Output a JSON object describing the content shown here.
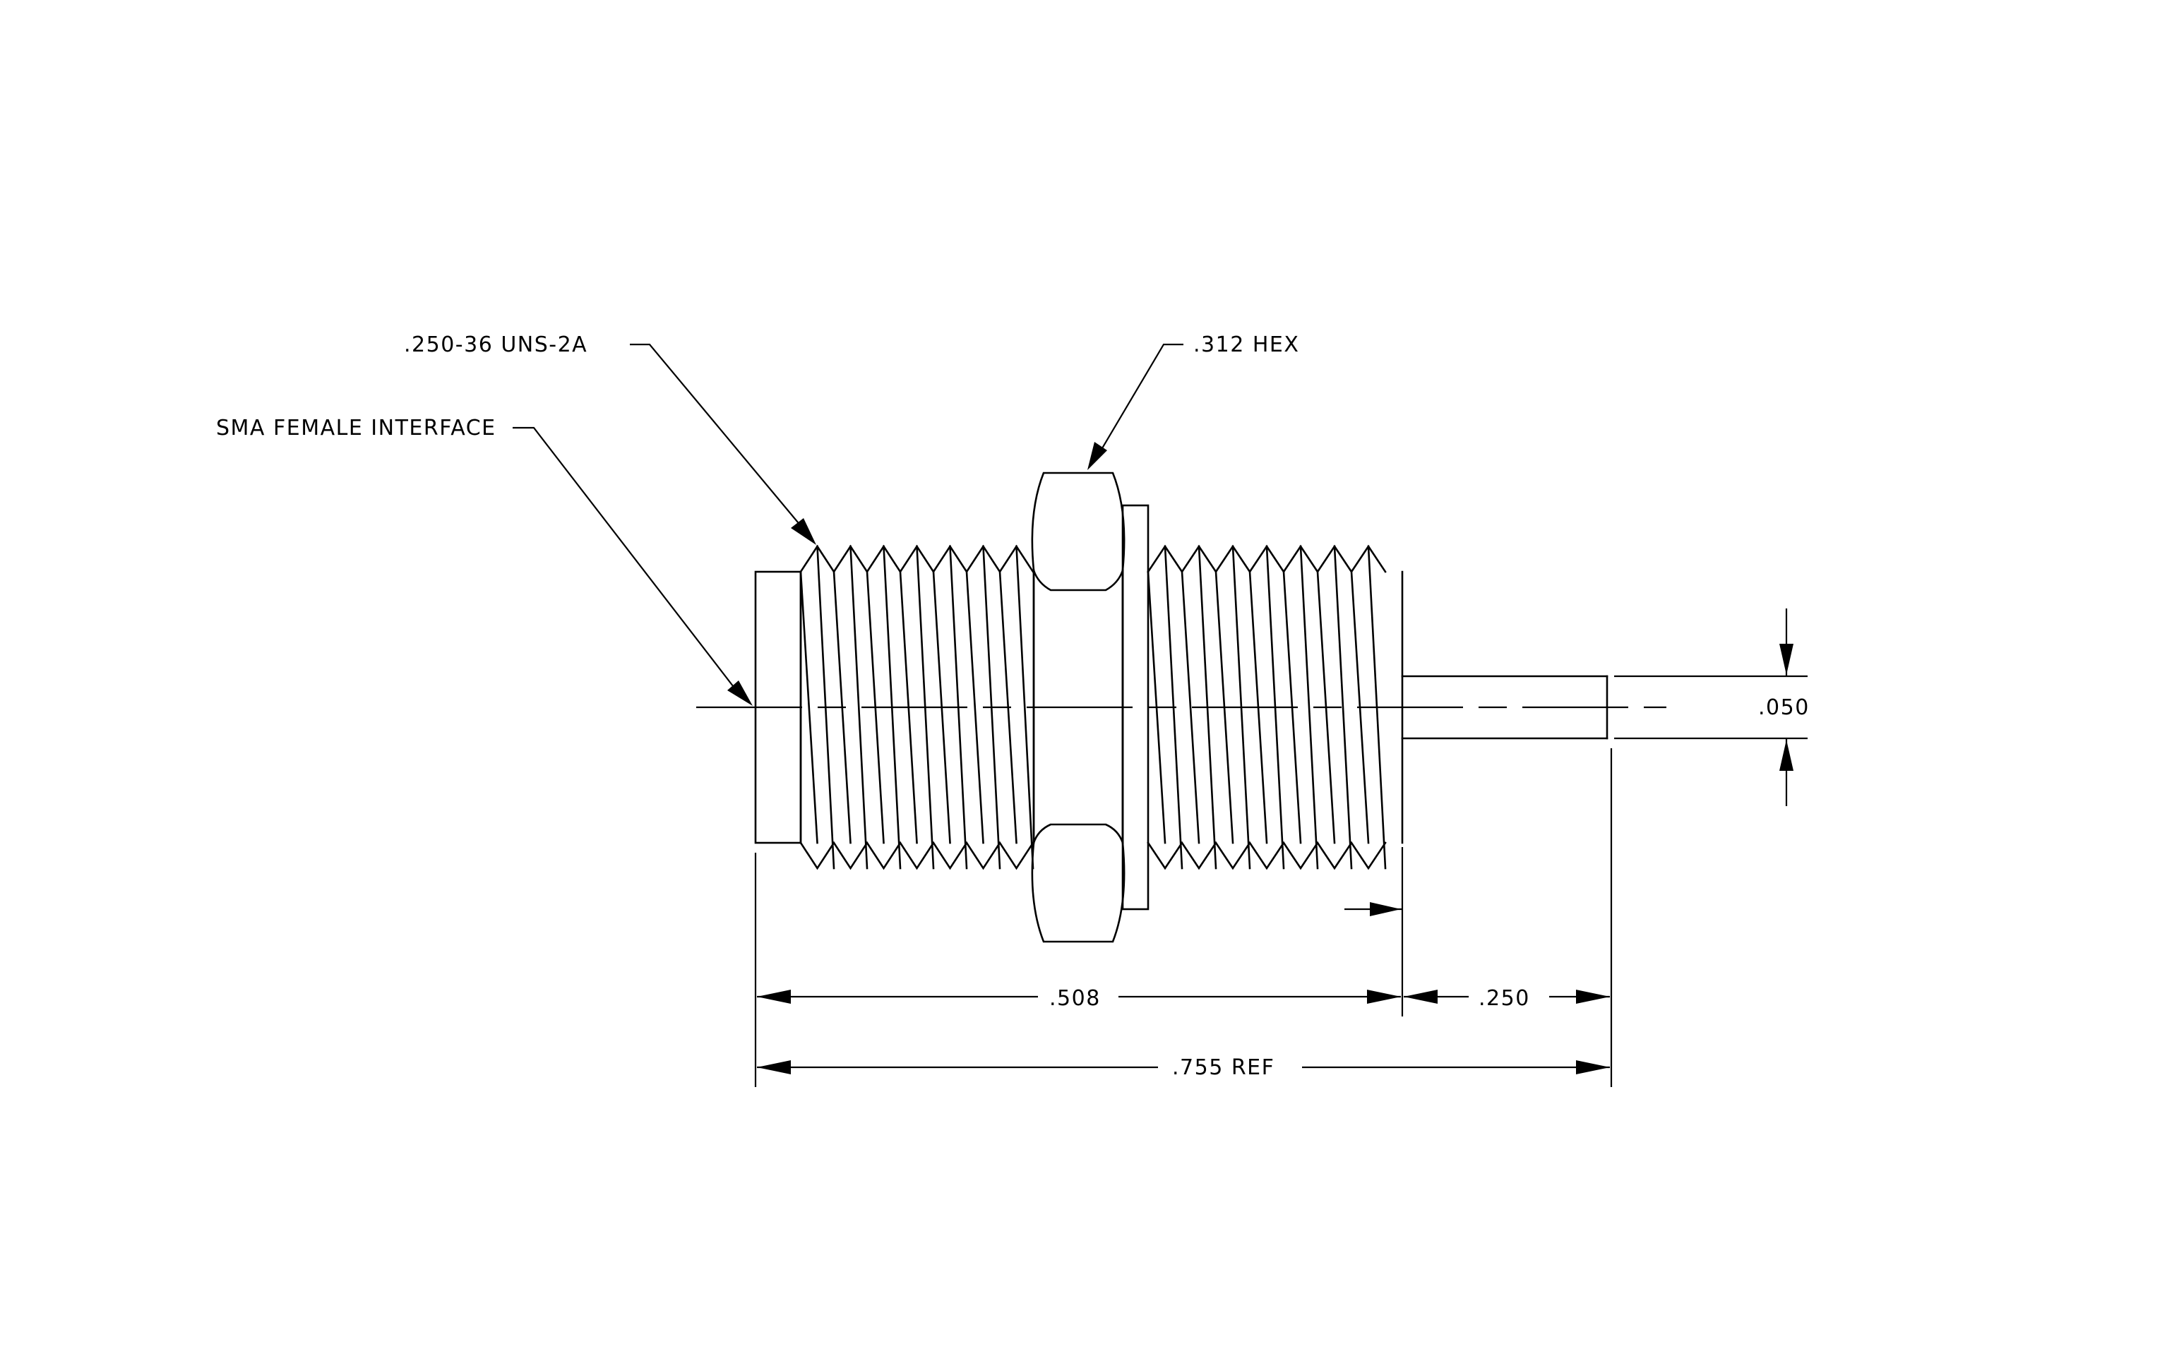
{
  "diagram": {
    "callouts": {
      "sma_interface": "SMA FEMALE INTERFACE",
      "thread": ".250-36 UNS-2A",
      "hex": ".312 HEX"
    },
    "dimensions": {
      "pin_diameter": ".050",
      "body_length": ".508",
      "pin_length": ".250",
      "overall_length": ".755 REF"
    }
  }
}
